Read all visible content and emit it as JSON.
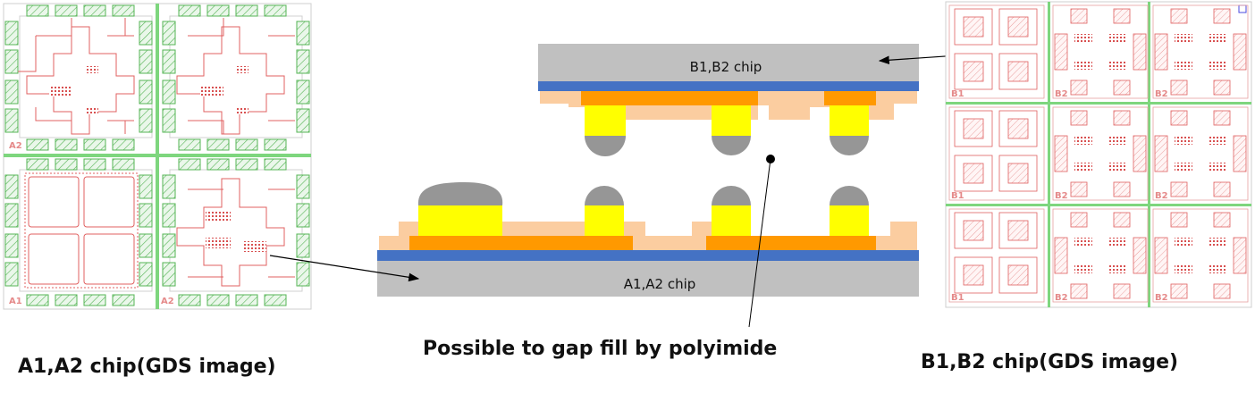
{
  "figure": {
    "top_chip_label": "B1,B2 chip",
    "bottom_chip_label": "A1,A2 chip",
    "gap_fill_caption": "Possible to gap fill by polyimide",
    "left_caption": "A1,A2 chip(GDS image)",
    "right_caption": "B1,B2 chip(GDS image)"
  },
  "gds_left": {
    "label_upper": "A2",
    "label_lower_left": "A1",
    "label_lower_right": "A2"
  },
  "gds_right": {
    "row_labels": [
      [
        "B1",
        "B2",
        "B2"
      ],
      [
        "B1",
        "B2",
        "B2"
      ],
      [
        "B1",
        "B2",
        "B2"
      ]
    ]
  },
  "colors": {
    "silicon": "#c0c0c0",
    "wiring": "#4472c4",
    "pad": "#ff9900",
    "polyimide": "#fbcda0",
    "bump": "#ffff00",
    "solder": "#969696",
    "gds_green": "#7ed67e",
    "gds_red": "#e06060"
  }
}
